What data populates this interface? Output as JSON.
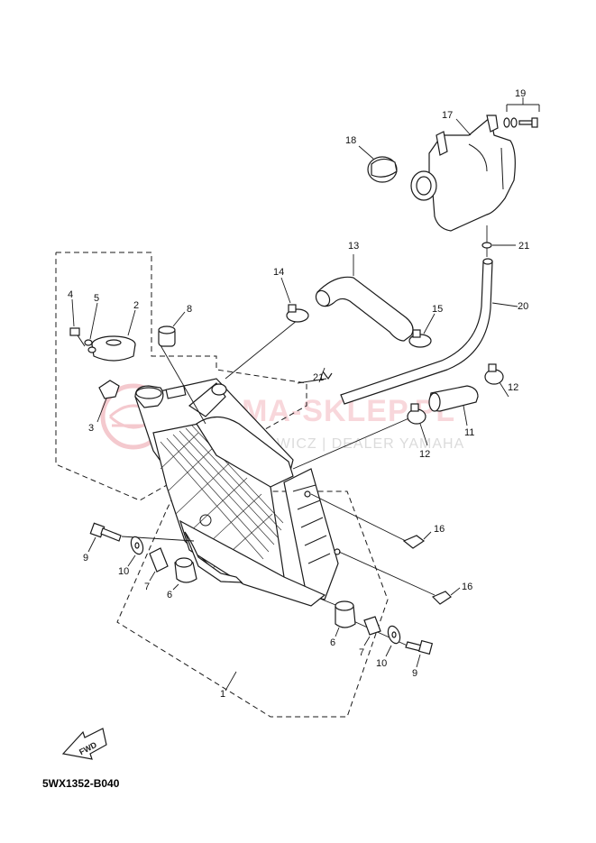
{
  "diagram_code": "5WX1352-B040",
  "fwd_label": "FWD",
  "watermark": {
    "brand": "YAMA-SKLEP.PL",
    "dealer": "WOJCIECHOWICZ | DEALER YAMAHA"
  },
  "callouts": {
    "c1": "1",
    "c2": "2",
    "c3": "3",
    "c4": "4",
    "c5": "5",
    "c6a": "6",
    "c6b": "6",
    "c7a": "7",
    "c7b": "7",
    "c8": "8",
    "c9a": "9",
    "c9b": "9",
    "c10a": "10",
    "c10b": "10",
    "c11": "11",
    "c12a": "12",
    "c12b": "12",
    "c13": "13",
    "c14": "14",
    "c15": "15",
    "c16a": "16",
    "c16b": "16",
    "c17": "17",
    "c18": "18",
    "c19": "19",
    "c20": "20",
    "c21a": "21",
    "c21b": "21"
  },
  "colors": {
    "line": "#1a1a1a",
    "watermark_red": "#f3b8bf",
    "watermark_gray": "#d8d8d8"
  }
}
